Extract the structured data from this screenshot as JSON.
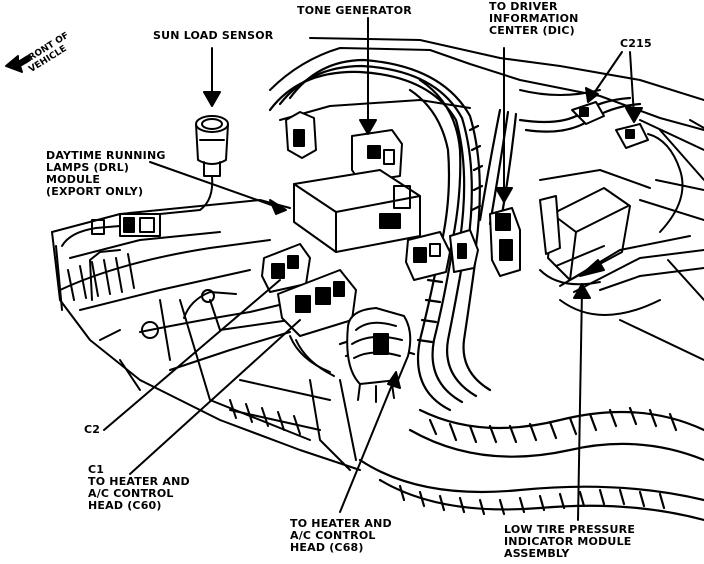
{
  "labels": {
    "front": "FRONT OF\nVEHICLE",
    "sun_load_sensor": "SUN LOAD SENSOR",
    "tone_generator": "TONE GENERATOR",
    "to_dic": "TO DRIVER\nINFORMATION\nCENTER (DIC)",
    "c215": "C215",
    "drl_module": "DAYTIME RUNNING\nLAMPS (DRL)\nMODULE\n(EXPORT ONLY)",
    "c2": "C2",
    "c1_heater": "C1\nTO HEATER AND\nA/C CONTROL\nHEAD (C60)",
    "to_heater_c68": "TO HEATER AND\nA/C CONTROL\nHEAD (C68)",
    "low_tire": "LOW TIRE PRESSURE\nINDICATOR MODULE\nASSEMBLY"
  },
  "colors": {
    "ink": "#000000",
    "paper": "#ffffff"
  }
}
